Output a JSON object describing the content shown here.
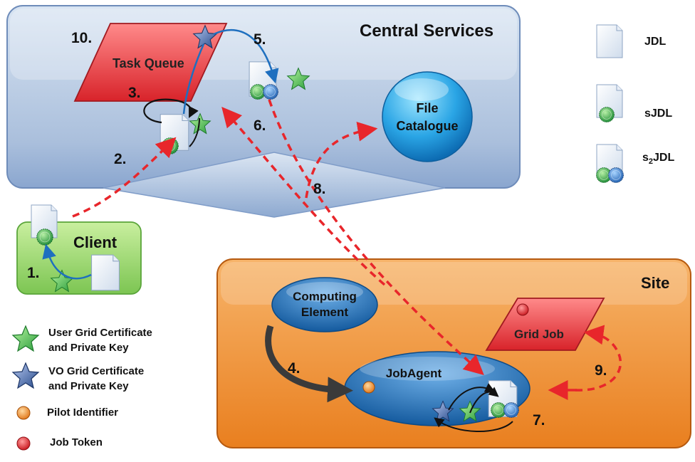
{
  "central_services": {
    "title": "Central Services"
  },
  "task_queue": {
    "label": "Task Queue"
  },
  "file_catalogue": {
    "line1": "File",
    "line2": "Catalogue"
  },
  "client": {
    "label": "Client"
  },
  "site": {
    "title": "Site"
  },
  "computing_element": {
    "line1": "Computing",
    "line2": "Element"
  },
  "job_agent": {
    "label": "JobAgent"
  },
  "grid_job": {
    "label": "Grid Job"
  },
  "steps": {
    "s1": "1.",
    "s2": "2.",
    "s3": "3.",
    "s4": "4.",
    "s5": "5.",
    "s6": "6.",
    "s7": "7.",
    "s8": "8.",
    "s9": "9.",
    "s10": "10."
  },
  "doc_legend": {
    "jdl": "JDL",
    "sjdl": "sJDL",
    "s2jdl_prefix": "s",
    "s2jdl_sub": "2",
    "s2jdl_suffix": "JDL"
  },
  "symbol_legend": {
    "user_cert_line1": "User Grid Certificate",
    "user_cert_line2": "and Private Key",
    "vo_cert_line1": "VO Grid Certificate",
    "vo_cert_line2": "and Private Key",
    "pilot": "Pilot Identifier",
    "job_token": "Job Token"
  },
  "colors": {
    "central_fill": "#b9cbe4",
    "client_fill": "#9bd56f",
    "site_fill": "#f0993c",
    "task_queue_fill": "#e8383b",
    "grid_job_fill": "#e04446",
    "catalogue_fill": "#2fa8e6",
    "ellipse_fill": "#1f6fb6",
    "arrow_red": "#e8262b",
    "arrow_blue": "#1e6fbf"
  }
}
